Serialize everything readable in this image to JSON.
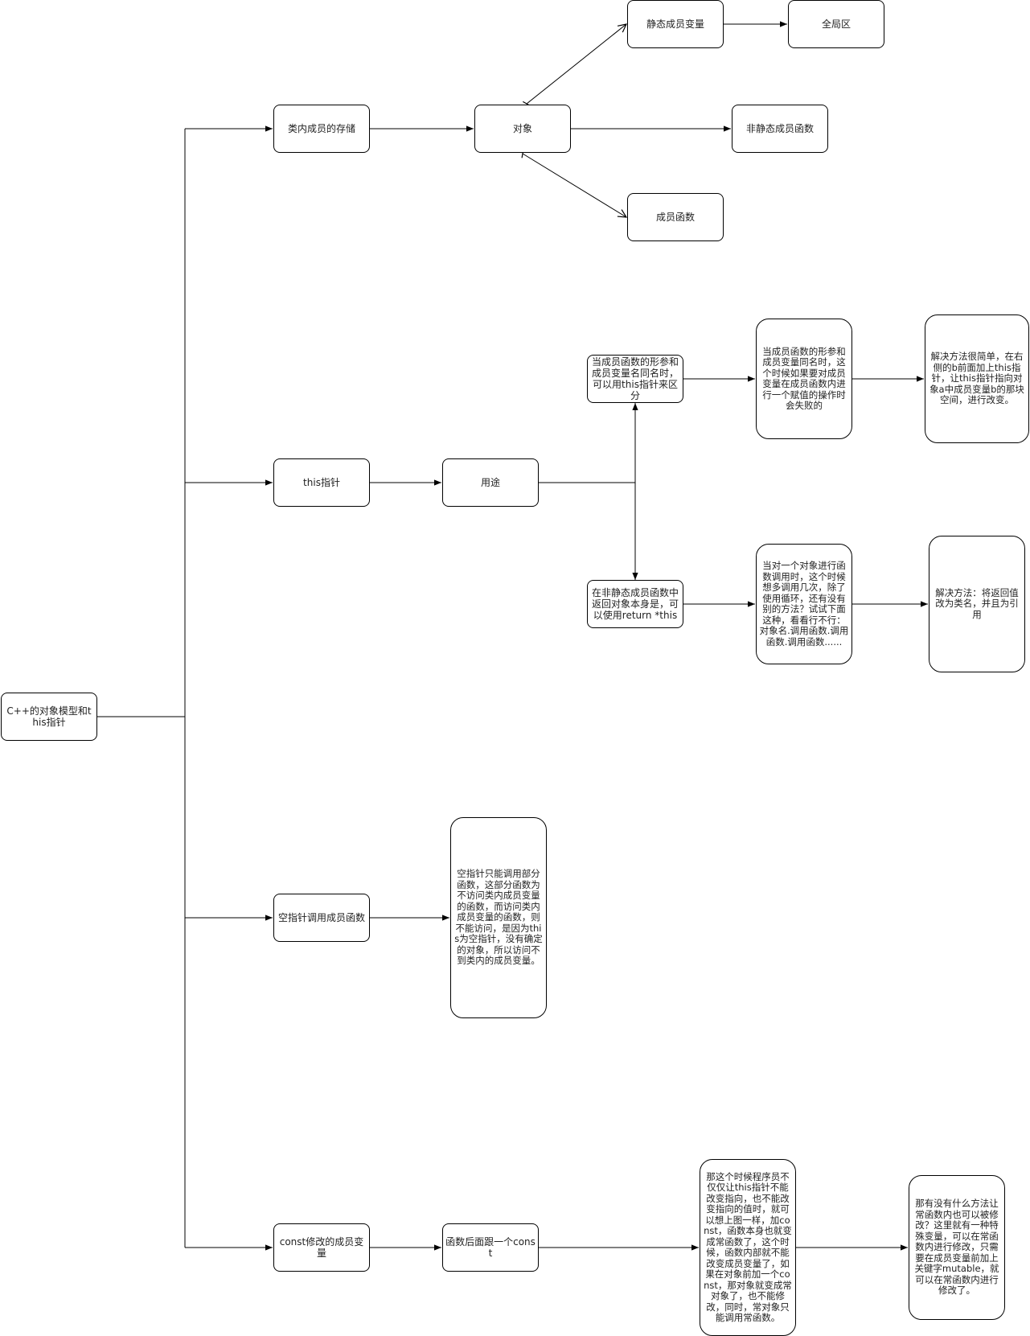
{
  "nodes": {
    "root": "C++的对象模型和this指针",
    "storage": "类内成员的存储",
    "object": "对象",
    "static_var": "静态成员变量",
    "global": "全局区",
    "nonstatic_func": "非静态成员函数",
    "member_func": "成员函数",
    "this_ptr": "this指针",
    "usage": "用途",
    "usage1": "当成员函数的形参和成员变量名同名时，可以用this指针来区分",
    "usage1_problem": "当成员函数的形参和成员变量同名时，这个时候如果要对成员变量在成员函数内进行一个赋值的操作时会失败的",
    "usage1_solution": "解决方法很简单，在右侧的b前面加上this指针，让this指针指向对象a中成员变量b的那块空间，进行改变。",
    "usage2": "在非静态成员函数中返回对象本身是，可以使用return *this",
    "usage2_problem": "当对一个对象进行函数调用时，这个时候想多调用几次，除了使用循环，还有没有别的方法？试试下面这种，看看行不行：对象名.调用函数.调用函数.调用函数......",
    "usage2_solution": "解决方法：将返回值改为类名，并且为引用",
    "null_ptr": "空指针调用成员函数",
    "null_ptr_desc": "空指针只能调用部分函数，这部分函数为不访问类内成员变量的函数，而访问类内成员变量的函数，则不能访问，是因为this为空指针，没有确定的对象，所以访问不到类内的成员变量。",
    "const_member": "const修改的成员变量",
    "const_func": "函数后面跟一个const",
    "const_desc": "那这个时候程序员不仅仅让this指针不能改变指向，也不能改变指向的值时，就可以想上图一样，加const，函数本身也就变成常函数了，这个时候，函数内部就不能改变成员变量了，如果在对象前加一个const，那对象就变成常对象了，也不能修改，同时，常对象只能调用常函数。",
    "mutable_desc": "那有没有什么方法让常函数内也可以被修改？这里就有一种特殊变量，可以在常函数内进行修改，只需要在成员变量前加上关键字mutable，就可以在常函数内进行修改了。"
  }
}
